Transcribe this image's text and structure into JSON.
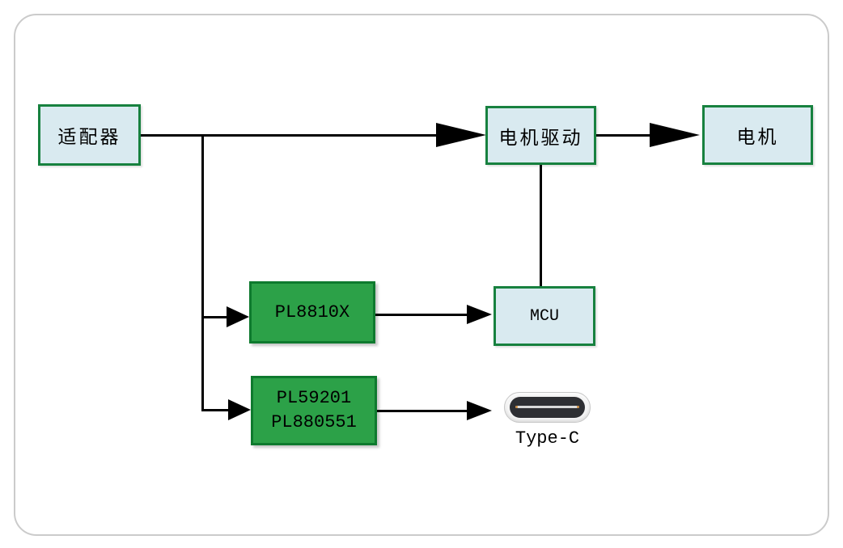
{
  "diagram": {
    "type": "block-diagram",
    "nodes": {
      "adapter": {
        "label": "适配器"
      },
      "motor_drive": {
        "label": "电机驱动"
      },
      "motor": {
        "label": "电机"
      },
      "pl8810x": {
        "label": "PL8810X"
      },
      "mcu": {
        "label": "MCU"
      },
      "usb_chips": {
        "line1": "PL59201",
        "line2": "PL880551"
      },
      "type_c": {
        "label": "Type-C"
      }
    },
    "edges": [
      {
        "from": "适配器",
        "to": "电机驱动",
        "arrow": true
      },
      {
        "from": "适配器",
        "to": "PL8810X",
        "arrow": true
      },
      {
        "from": "适配器",
        "to": "PL59201/PL880551",
        "arrow": true
      },
      {
        "from": "电机驱动",
        "to": "电机",
        "arrow": true
      },
      {
        "from": "电机驱动",
        "to": "MCU",
        "arrow": false
      },
      {
        "from": "PL8810X",
        "to": "MCU",
        "arrow": true
      },
      {
        "from": "PL59201/PL880551",
        "to": "Type-C",
        "arrow": true
      }
    ],
    "colors": {
      "box_light_fill": "#d9eaf0",
      "box_border_green": "#17813f",
      "chip_green_fill": "#2ca148",
      "chip_green_border": "#0e7a2e",
      "line": "#000000",
      "frame_border": "#cbcbcb",
      "connector_body": "#2e2f33",
      "connector_shell": "#f4f4f4",
      "connector_pin": "#c9893c"
    }
  }
}
